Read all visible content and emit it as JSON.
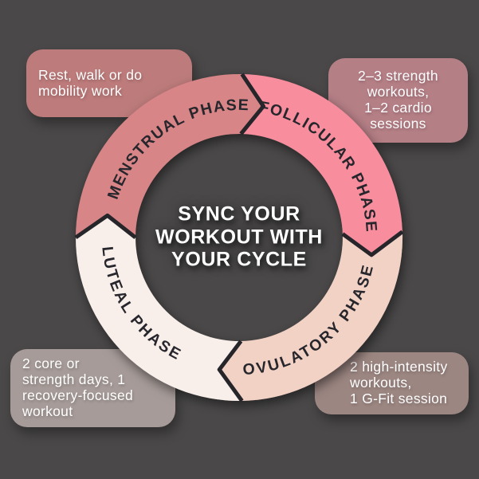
{
  "canvas": {
    "background": "#4a4848"
  },
  "center_title": {
    "text": "SYNC YOUR\nWORKOUT WITH\nYOUR CYCLE",
    "color": "#ffffff"
  },
  "ring": {
    "label_color": "#26262c",
    "outline_color": "#26262c",
    "direction": "clockwise",
    "segments": [
      {
        "name": "Menstrual Phase",
        "label": "MENSTRUAL PHASE",
        "color": "#d78587"
      },
      {
        "name": "Follicular Phase",
        "label": "FOLLICULAR PHASE",
        "color": "#f88e9d"
      },
      {
        "name": "Ovulatory Phase",
        "label": "OVULATORY PHASE",
        "color": "#f3d2c6"
      },
      {
        "name": "Luteal Phase",
        "label": "LUTEAL PHASE",
        "color": "#f8eeea"
      }
    ]
  },
  "callouts": [
    {
      "phase": "menstrual",
      "text": "Rest, walk or do\nmobility work",
      "color": "#bd7b7b",
      "text_color": "#ffffff"
    },
    {
      "phase": "follicular",
      "text": "2–3 strength\nworkouts,\n1–2 cardio\nsessions",
      "color": "#b57f86",
      "text_color": "#ffffff"
    },
    {
      "phase": "luteal",
      "text": "2 core or\nstrength days, 1\nrecovery-focused\nworkout",
      "color": "#a69b98",
      "text_color": "#ffffff"
    },
    {
      "phase": "ovulatory",
      "text": "2 high-intensity\nworkouts,\n1 G-Fit session",
      "color": "#9c8682",
      "text_color": "#ffffff"
    }
  ]
}
